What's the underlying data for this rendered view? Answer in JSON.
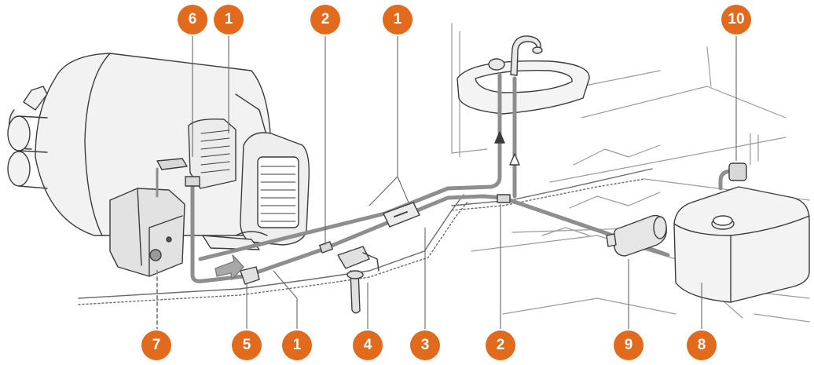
{
  "colors": {
    "accent": "#e26a1d",
    "outline": "#3c3c3c",
    "pipe": "#8e8e8e",
    "fill": "#f2f2f2"
  },
  "callouts": [
    {
      "id": "c6",
      "label": "6"
    },
    {
      "id": "c1a",
      "label": "1"
    },
    {
      "id": "c2a",
      "label": "2"
    },
    {
      "id": "c1b",
      "label": "1"
    },
    {
      "id": "c10",
      "label": "10"
    },
    {
      "id": "c7",
      "label": "7"
    },
    {
      "id": "c5",
      "label": "5"
    },
    {
      "id": "c1c",
      "label": "1"
    },
    {
      "id": "c4",
      "label": "4"
    },
    {
      "id": "c3",
      "label": "3"
    },
    {
      "id": "c2b",
      "label": "2"
    },
    {
      "id": "c9",
      "label": "9"
    },
    {
      "id": "c8",
      "label": "8"
    }
  ]
}
